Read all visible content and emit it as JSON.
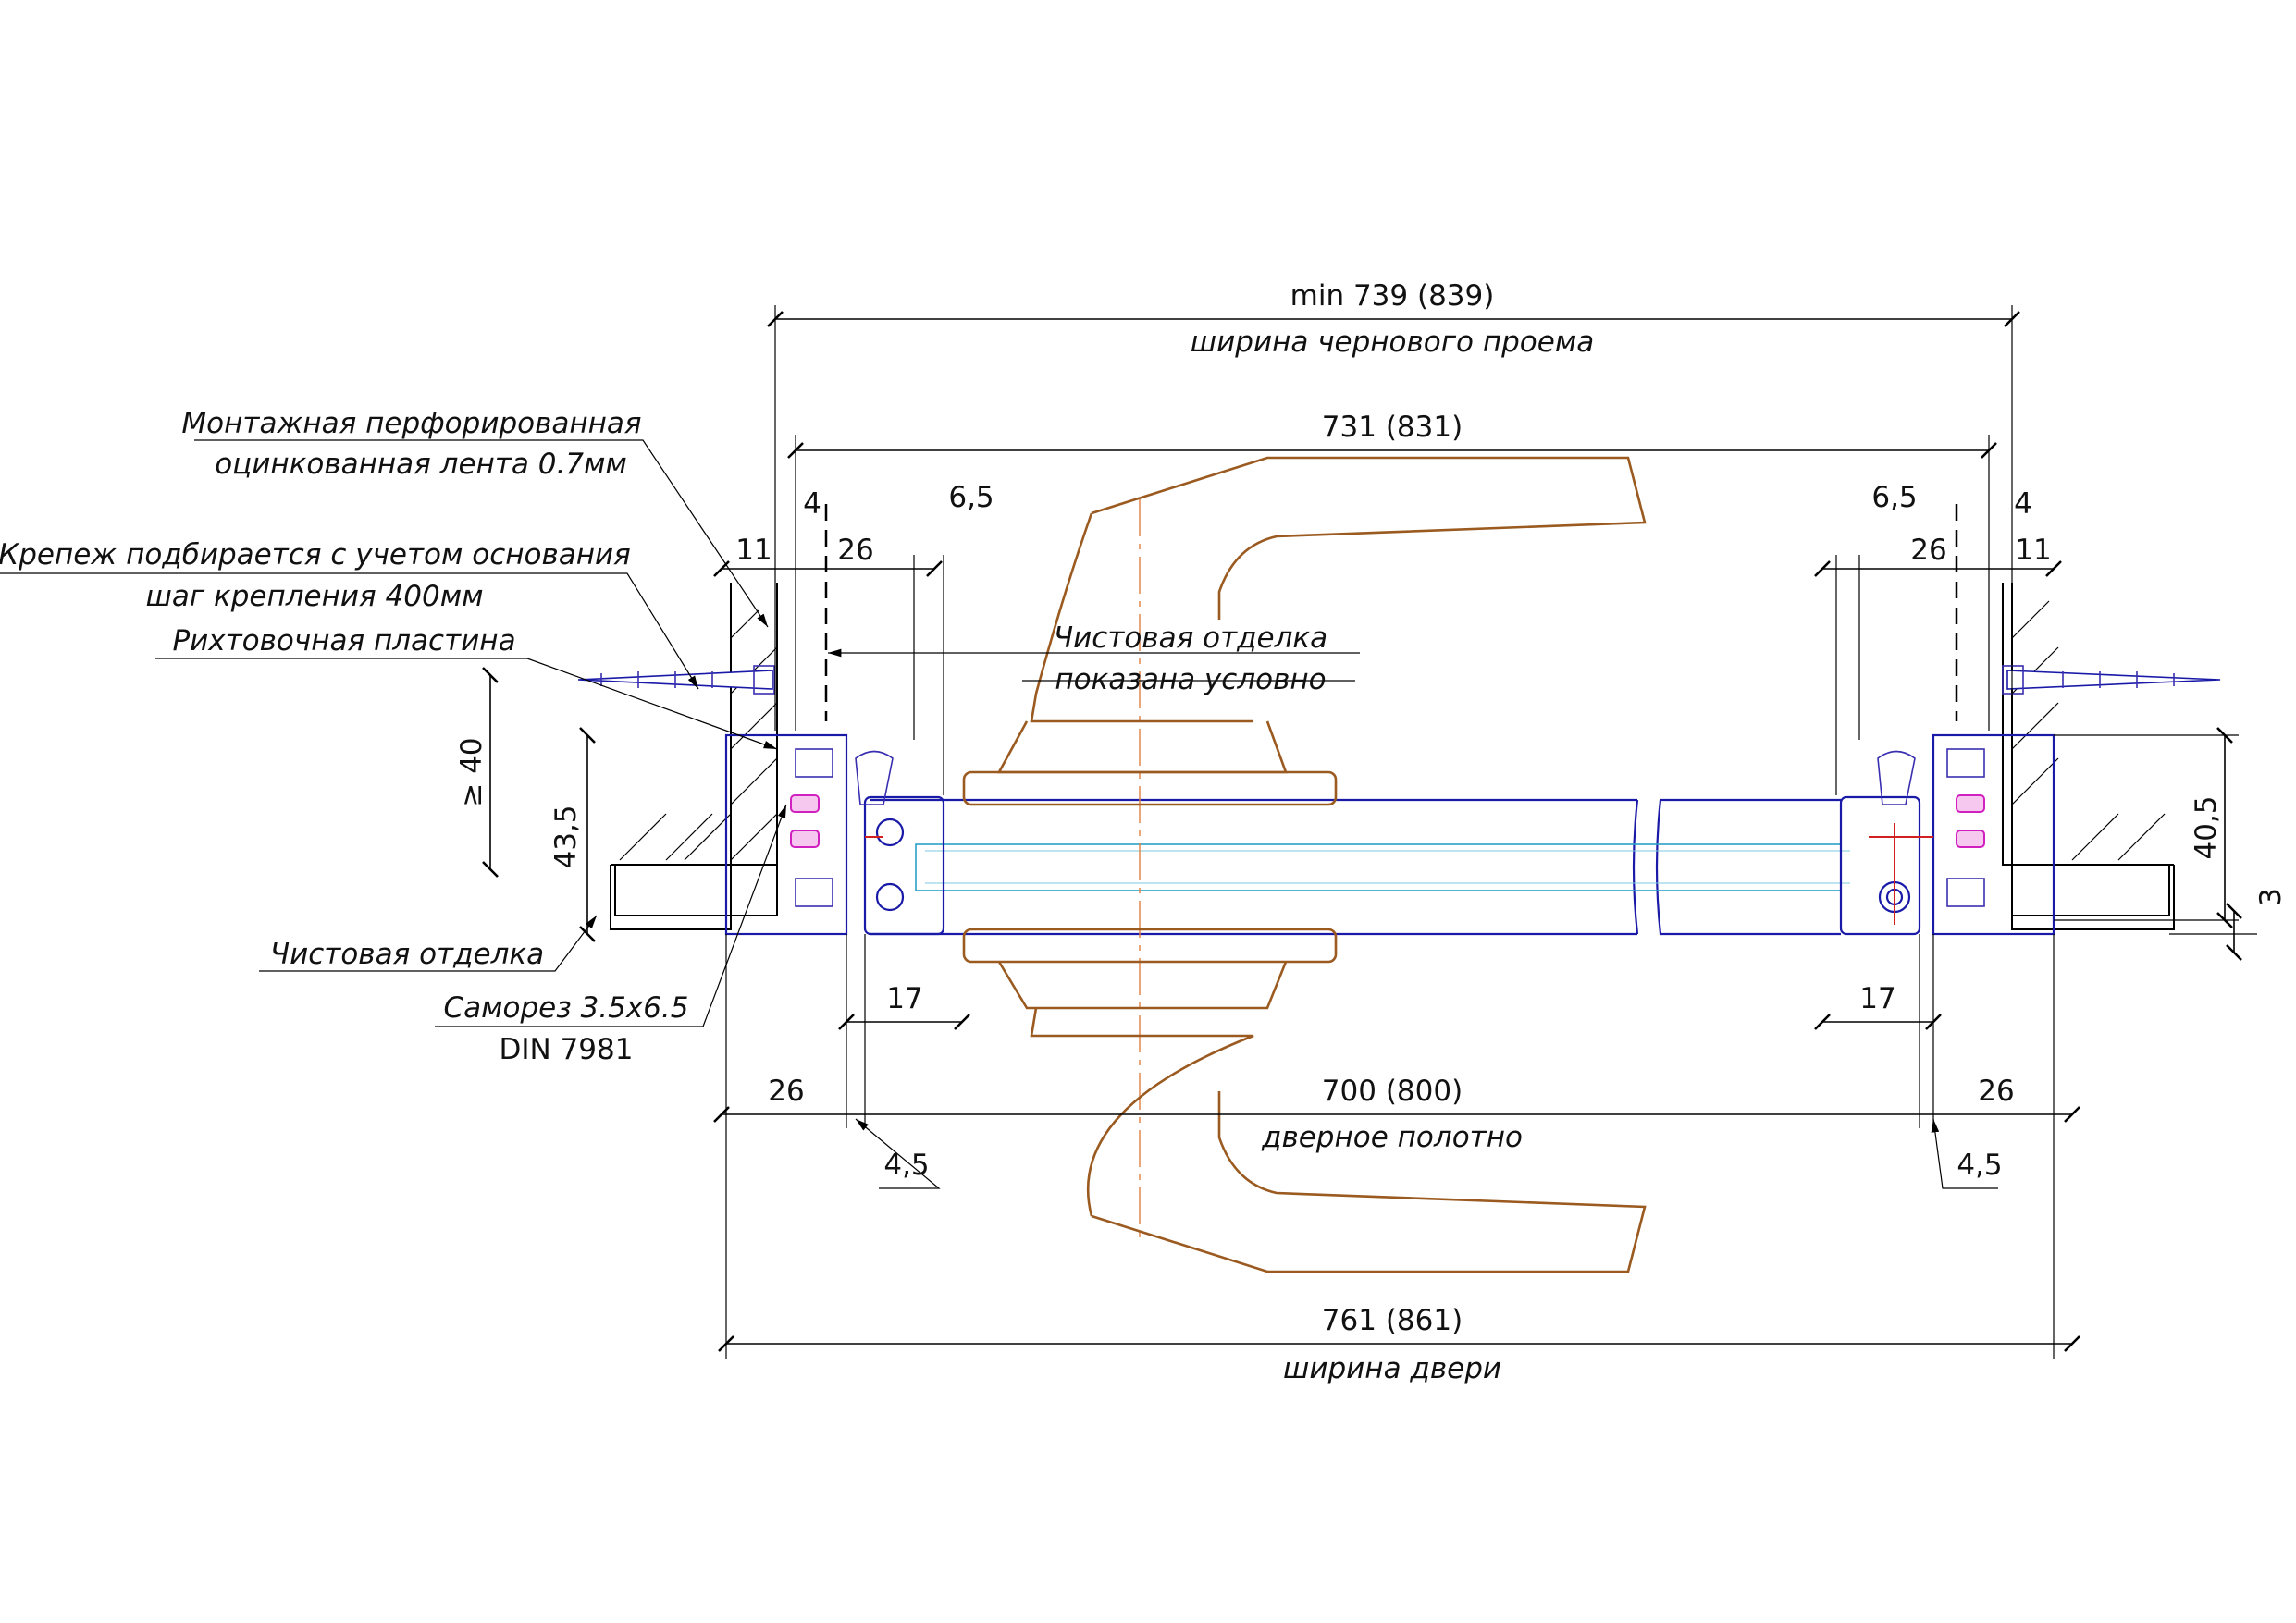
{
  "drawing": {
    "dimensions": {
      "opening_top": "min 739 (839)",
      "opening_top_caption": "ширина чернового проема",
      "inner": "731 (831)",
      "leaf": "700 (800)",
      "leaf_caption": "дверное полотно",
      "door": "761 (861)",
      "door_caption": "ширина двери",
      "left_11": "11",
      "left_4": "4",
      "left_26": "26",
      "left_6_5": "6,5",
      "left_40": "≥ 40",
      "left_43_5": "43,5",
      "left_17": "17",
      "left_26_bottom": "26",
      "left_4_5": "4,5",
      "right_6_5": "6,5",
      "right_26": "26",
      "right_4": "4",
      "right_11": "11",
      "right_40_5": "40,5",
      "right_3": "3",
      "right_17": "17",
      "right_26_bottom": "26",
      "right_4_5": "4,5"
    },
    "callouts": {
      "tape_line1": "Монтажная перфорированная",
      "tape_line2": "оцинкованная лента 0.7мм",
      "fastener_line1": "Крепеж подбирается с учетом основания",
      "fastener_line2": "шаг крепления 400мм",
      "plate": "Рихтовочная пластина",
      "finish_top_line1": "Чистовая отделка",
      "finish_top_line2": "показана условно",
      "finish_left": "Чистовая отделка",
      "screw_line1": "Саморез 3.5х6.5",
      "screw_line2": "DIN 7981"
    },
    "colors": {
      "profile": "#1a1aa8",
      "handle": "#9a5a20",
      "axis": "#e08040",
      "glass": "#2aa0c8",
      "screw_head": "#d020c0"
    }
  }
}
